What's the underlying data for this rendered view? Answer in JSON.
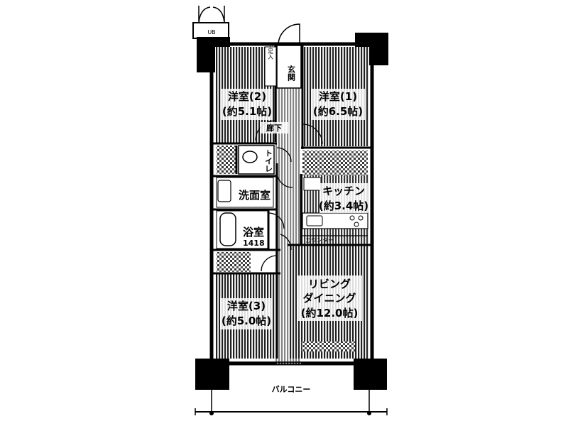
{
  "rooms": {
    "western2": {
      "name": "洋室(2)",
      "area": "(約5.1帖)"
    },
    "western1": {
      "name": "洋室(1)",
      "area": "(約6.5帖)"
    },
    "western3": {
      "name": "洋室(3)",
      "area": "(約5.0帖)"
    },
    "kitchen": {
      "name": "キッチン",
      "area": "(約3.4帖)"
    },
    "living": {
      "line1": "リビング",
      "line2": "ダイニング",
      "area": "(約12.0帖)"
    },
    "washroom": {
      "name": "洗面室"
    },
    "bath": {
      "name": "浴室",
      "size": "1418"
    },
    "toilet": {
      "name": "トイレ"
    },
    "corridor": {
      "name": "廊下"
    },
    "entrance": {
      "name": "玄関"
    },
    "balcony": {
      "name": "バルコニー"
    }
  },
  "fixtures": {
    "shoe_box": "下足入",
    "ub": "UB",
    "counter": "カウンター"
  },
  "colors": {
    "wall": "#000000",
    "floor_stripe": "#1a1a1a",
    "background": "#ffffff"
  }
}
